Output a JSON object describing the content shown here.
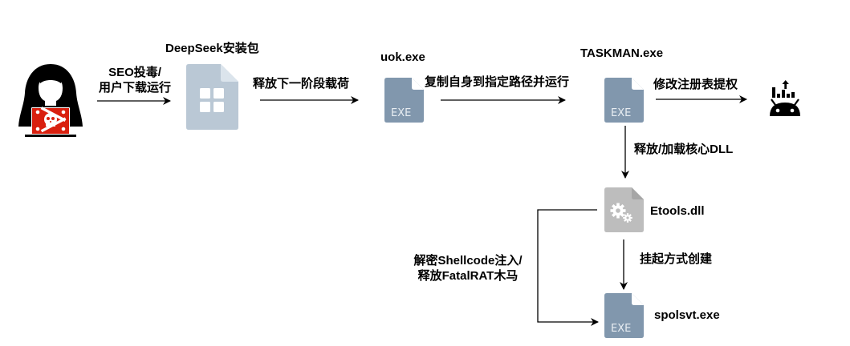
{
  "nodes": {
    "attacker": {
      "icon": "hacker-icon",
      "label": ""
    },
    "installer": {
      "icon": "installer-file-icon",
      "label": "DeepSeek安装包"
    },
    "uok": {
      "icon": "exe-file-icon",
      "label": "uok.exe",
      "badge": "EXE"
    },
    "taskman": {
      "icon": "exe-file-icon",
      "label": "TASKMAN.exe",
      "badge": "EXE"
    },
    "privilege": {
      "icon": "android-privilege-icon",
      "label": ""
    },
    "etools": {
      "icon": "dll-gear-file-icon",
      "label": "Etools.dll"
    },
    "spolsvt": {
      "icon": "exe-file-icon",
      "label": "spolsvt.exe",
      "badge": "EXE"
    }
  },
  "edges": {
    "attacker_to_installer": {
      "line1": "SEO投毒/",
      "line2": "用户下载运行"
    },
    "installer_to_uok": {
      "text": "释放下一阶段载荷"
    },
    "uok_to_taskman": {
      "text": "复制自身到指定路径并运行"
    },
    "taskman_to_privilege": {
      "text": "修改注册表提权"
    },
    "taskman_to_etools": {
      "text": "释放/加载核心DLL"
    },
    "etools_to_spolsvt": {
      "text": "挂起方式创建"
    },
    "etools_loop_to_spolsvt": {
      "line1": "解密Shellcode注入/",
      "line2": "释放FatalRAT木马"
    }
  },
  "colors": {
    "exe_file": "#8197ad",
    "installer_file": "#bac8d5",
    "dll_file": "#bdbdbd",
    "attacker_screen": "#d9200f",
    "arrow": "#000000"
  }
}
